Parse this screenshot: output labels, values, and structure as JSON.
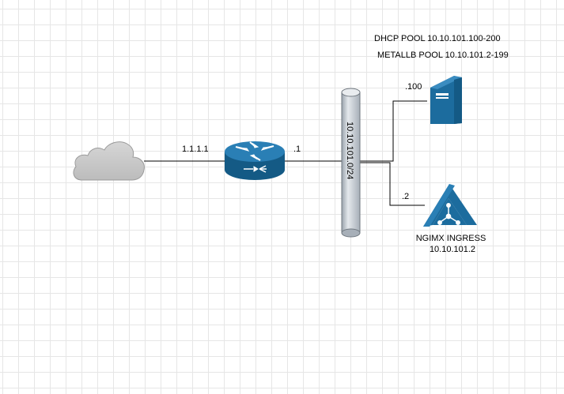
{
  "diagram": {
    "pools": {
      "dhcp": "DHCP POOL 10.10.101.100-200",
      "metallb": "METALLB POOL 10.10.101.2-199"
    },
    "links": {
      "cloud_router_ip": "1.1.1.1",
      "router_bus_ip": ".1",
      "server_ip": ".100",
      "ingress_ip": ".2"
    },
    "bus": {
      "subnet": "10.10.101.0/24"
    },
    "ingress": {
      "name": "NGIMX INGRESS",
      "ip": "10.10.101.2"
    },
    "icons": {
      "cloud": "cloud-icon",
      "router": "router-icon",
      "server": "server-icon",
      "ingress": "ingress-icon",
      "bus": "network-bus-icon"
    },
    "colors": {
      "cisco_blue": "#1C6C9E",
      "cloud_gray": "#C9C9C9",
      "bus_gray": "#BFC5CC"
    }
  }
}
